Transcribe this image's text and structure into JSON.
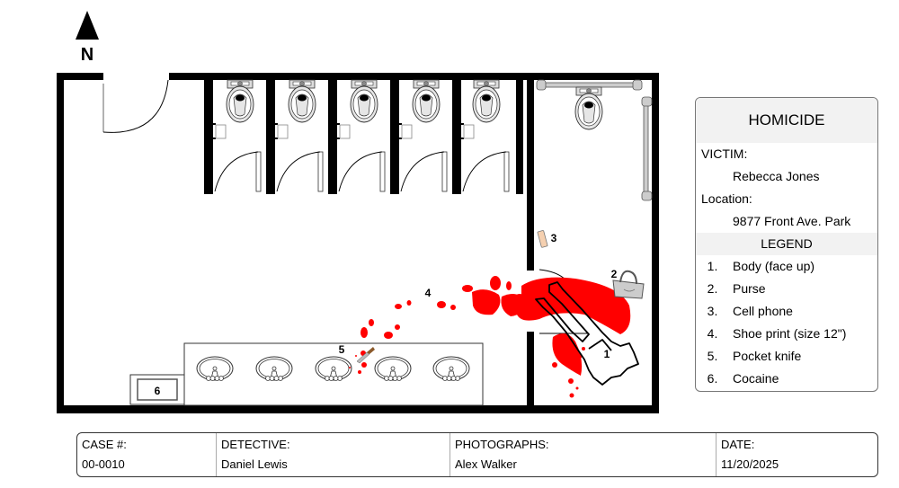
{
  "compass": {
    "label": "N"
  },
  "evidence_markers": {
    "body": "1",
    "purse": "2",
    "cell_phone": "3",
    "shoe_print": "4",
    "pocket_knife": "5",
    "cocaine": "6"
  },
  "info_panel": {
    "title": "HOMICIDE",
    "victim_label": "VICTIM:",
    "victim_name": "Rebecca Jones",
    "location_label": "Location:",
    "location_value": "9877 Front Ave. Park",
    "legend_title": "LEGEND",
    "legend": [
      {
        "num": "1.",
        "label": "Body (face up)"
      },
      {
        "num": "2.",
        "label": "Purse"
      },
      {
        "num": "3.",
        "label": "Cell phone"
      },
      {
        "num": "4.",
        "label": "Shoe print (size 12\")"
      },
      {
        "num": "5.",
        "label": "Pocket knife"
      },
      {
        "num": "6.",
        "label": "Cocaine"
      }
    ]
  },
  "footer": {
    "case_label": "CASE #:",
    "case_value": "00-0010",
    "detective_label": "DETECTIVE:",
    "detective_value": "Daniel Lewis",
    "photographs_label": "PHOTOGRAPHS:",
    "photographs_value": "Alex Walker",
    "date_label": "DATE:",
    "date_value": "11/20/2025"
  },
  "colors": {
    "wall": "#000000",
    "blood": "#ff0000",
    "fixture_fill": "#e6e6e6",
    "panel_header_bg": "#f2f2f2"
  }
}
